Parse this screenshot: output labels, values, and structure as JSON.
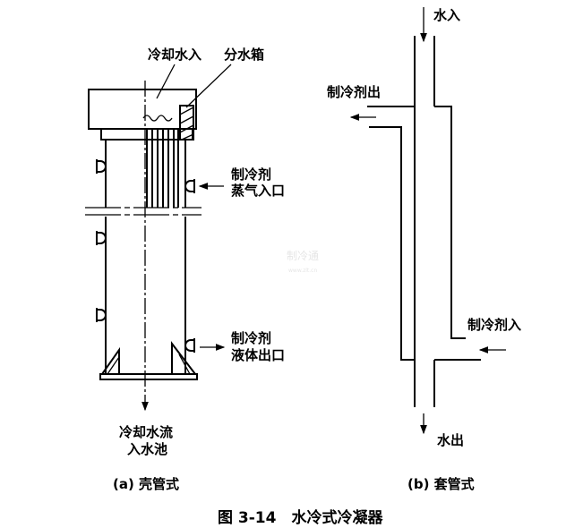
{
  "shell_tube": {
    "label_water_in": "冷却水入",
    "label_water_box": "分水箱",
    "label_vapor_in_1": "制冷剂",
    "label_vapor_in_2": "蒸气入口",
    "label_liquid_out_1": "制冷剂",
    "label_liquid_out_2": "液体出口",
    "label_water_out_1": "冷却水流",
    "label_water_out_2": "入水池",
    "caption": "(a) 壳管式"
  },
  "double_pipe": {
    "label_water_in": "水入",
    "label_refrigerant_out": "制冷剂出",
    "label_refrigerant_in": "制冷剂入",
    "label_water_out": "水出",
    "caption": "(b) 套管式"
  },
  "figure_title": "图 3-14　水冷式冷凝器",
  "watermark": {
    "line1": "制冷通",
    "line2": "www.zlt.cn"
  }
}
